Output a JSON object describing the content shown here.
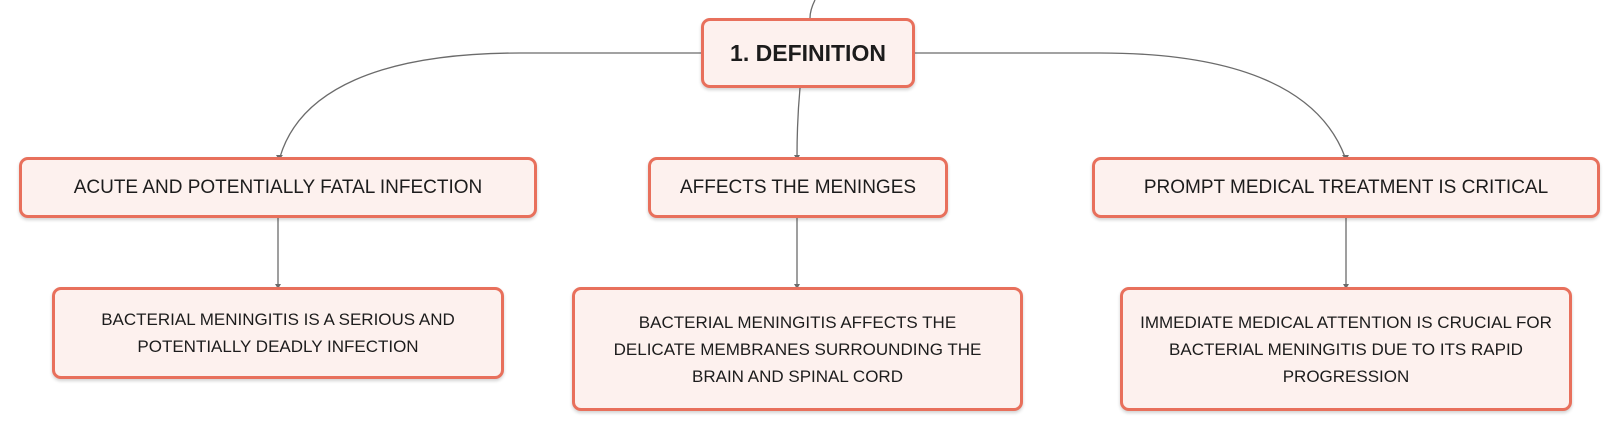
{
  "root": {
    "label": "1. DEFINITION"
  },
  "branches": [
    {
      "label": "ACUTE AND POTENTIALLY FATAL INFECTION",
      "detail": "BACTERIAL MENINGITIS IS A SERIOUS AND POTENTIALLY DEADLY INFECTION"
    },
    {
      "label": "AFFECTS THE MENINGES",
      "detail": "BACTERIAL MENINGITIS AFFECTS THE DELICATE MEMBRANES SURROUNDING THE BRAIN AND SPINAL CORD"
    },
    {
      "label": "PROMPT MEDICAL TREATMENT IS CRITICAL",
      "detail": "IMMEDIATE MEDICAL ATTENTION IS CRUCIAL FOR BACTERIAL MENINGITIS DUE TO ITS RAPID PROGRESSION"
    }
  ],
  "colors": {
    "node_fill": "#fdf1ee",
    "node_border": "#e8705c",
    "connector": "#6b6b6b",
    "text": "#1c1c1c"
  }
}
